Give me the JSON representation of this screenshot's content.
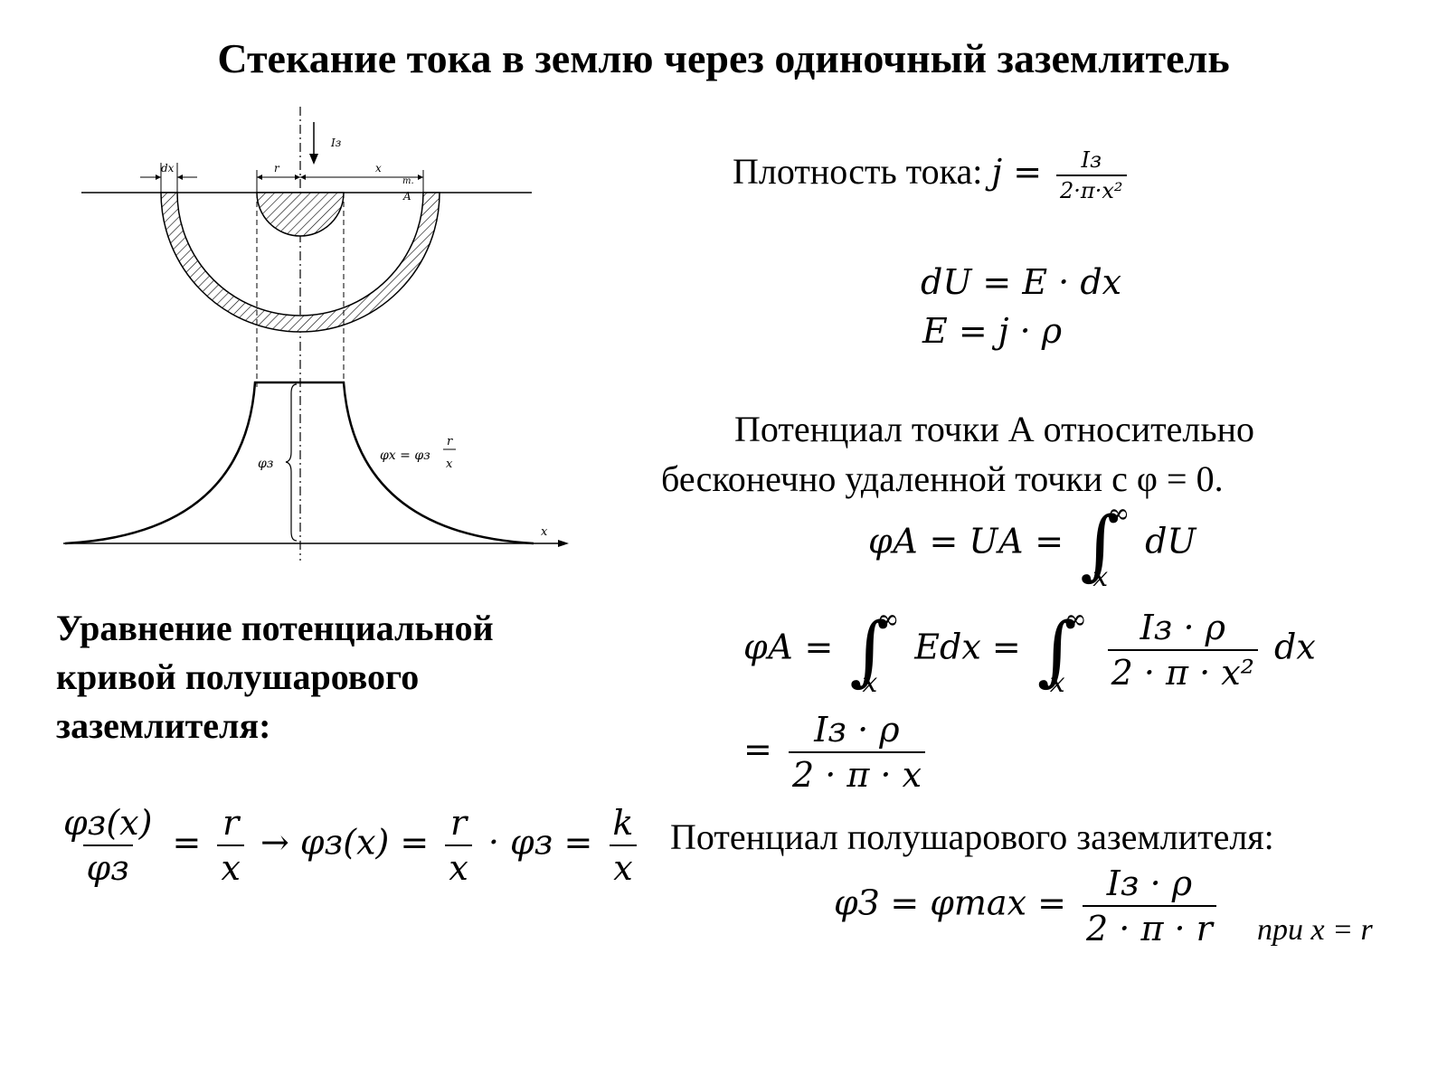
{
  "slide": {
    "title": "Стекание тока в землю через одиночный заземлитель"
  },
  "diagram": {
    "label_current": "Iз",
    "label_dx": "dx",
    "label_r": "r",
    "label_x_top": "x",
    "label_point": "т.",
    "label_A": "A",
    "label_phi_z": "φз",
    "label_curve_lhs": "φx = φз",
    "label_curve_num": "r",
    "label_curve_den": "x",
    "label_x_axis": "x"
  },
  "formulas": {
    "density_label": "Плотность тока:",
    "density_lhs": "j =",
    "density_num": "Iз",
    "density_den": "2·π·x²",
    "du_line": "dU = E · dx",
    "e_line": "E = j · ρ",
    "potential_text_1": "Потенциал точки А относительно",
    "potential_text_2": "бесконечно удаленной точки с φ = 0.",
    "phiA_lhs": "φА = UА =",
    "inf": "∞",
    "lower_x": "x",
    "du_after_int": "dU",
    "phiA2_lhs": "φА =",
    "edx": "Edx =",
    "rho_num": "Iз · ρ",
    "rho_den_x2": "2 · π · x²",
    "dx_tail": "dx",
    "eq_sign": "=",
    "rho_den_x": "2 · π · x",
    "hemi_text": "Потенциал полушарового заземлителя:",
    "phi3_lhs": "φЗ = φmax =",
    "rho_den_r": "2 · π · r",
    "condition": "при x = r"
  },
  "equation_block": {
    "heading_1": "Уравнение потенциальной",
    "heading_2": "кривой полушарового",
    "heading_3": "заземлителя:",
    "eq_num": "φз(x)",
    "eq_den": "φз",
    "eq_mid": "= ",
    "frac_r": "r",
    "frac_x": "x",
    "arrow": "→",
    "eq_phi_x": "φз(x) =",
    "dot_phi": "· φз =",
    "frac_k": "k"
  }
}
